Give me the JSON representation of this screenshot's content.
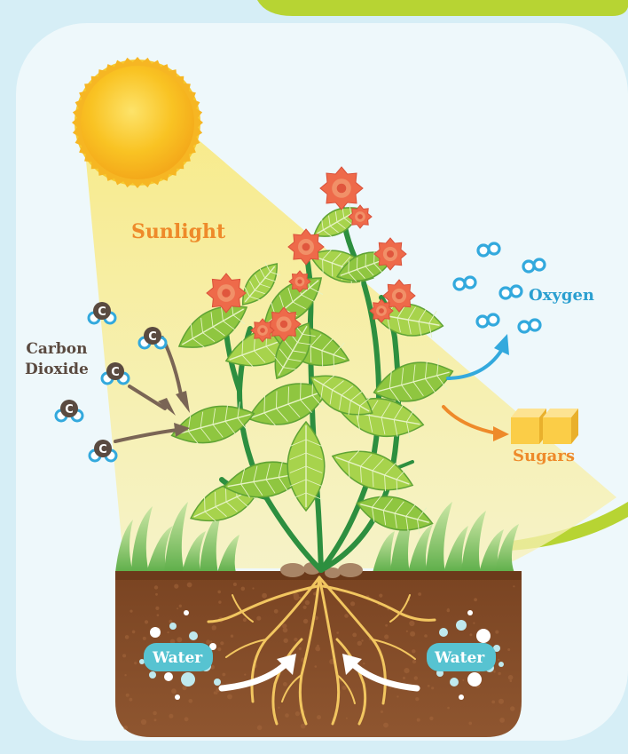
{
  "labels": {
    "sunlight": "Sunlight",
    "carbon_dioxide_line1": "Carbon",
    "carbon_dioxide_line2": "Dioxide",
    "oxygen": "Oxygen",
    "sugars": "Sugars",
    "water_left": "Water",
    "water_right": "Water"
  },
  "molecule_letters": {
    "carbon": "C"
  },
  "colors": {
    "sky": "#d6eef6",
    "panel": "#eef8fb",
    "accent_green": "#b7d433",
    "sun": "#f7b01c",
    "sun_glow": "#fbdd6a",
    "light_beam": "#f6ee9e",
    "soil": "#8a4f2a",
    "soil_top": "#6e3d1e",
    "stem": "#2d8f3f",
    "leaf": "#9ccc44",
    "leaf_dark": "#5fa335",
    "flower": "#ee6a4a",
    "flower_center": "#f4a36a",
    "carbon_dark": "#5a4a40",
    "oxygen_blue": "#33a9dd",
    "arrow_brown": "#7a6555",
    "arrow_orange": "#ee8a2a",
    "sugar": "#fbcd47",
    "water": "#57c3d1",
    "roots": "#f2c660"
  },
  "icons": {
    "sun": "sun-icon",
    "plant": "plant-icon",
    "carbon_dioxide_molecule": "carbon-dioxide-molecule-icon",
    "oxygen_molecule": "oxygen-molecule-icon",
    "sugar_cube": "sugar-cube-icon",
    "water_bubbles": "water-bubbles-icon",
    "roots": "roots-icon"
  }
}
